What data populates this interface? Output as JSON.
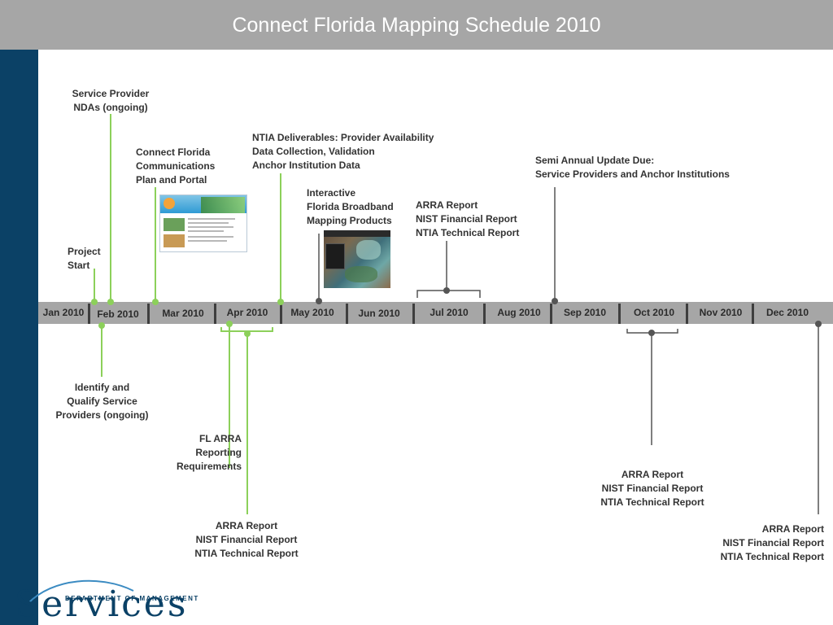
{
  "title": "Connect Florida Mapping Schedule 2010",
  "months": [
    "Jan 2010",
    "Feb 2010",
    "Mar 2010",
    "Apr 2010",
    "May 2010",
    "Jun 2010",
    "Jul 2010",
    "Aug 2010",
    "Sep 2010",
    "Oct 2010",
    "Nov 2010",
    "Dec 2010"
  ],
  "milestones_above": {
    "service_provider_ndas": [
      "Service Provider",
      "NDAs (ongoing)"
    ],
    "project_start": [
      "Project",
      "Start"
    ],
    "communications_plan": [
      "Connect Florida",
      "Communications",
      "Plan and Portal"
    ],
    "ntia_deliverables": [
      "NTIA Deliverables: Provider Availability",
      "Data Collection, Validation",
      "Anchor Institution Data"
    ],
    "mapping_products": [
      "Interactive",
      "Florida Broadband",
      "Mapping Products"
    ],
    "arra_report_jul": [
      "ARRA Report",
      "NIST Financial Report",
      "NTIA Technical Report"
    ],
    "semi_annual_update": [
      "Semi Annual Update Due:",
      "Service Providers and Anchor Institutions"
    ]
  },
  "milestones_below": {
    "identify_providers": [
      "Identify and",
      "Qualify Service",
      "Providers (ongoing)"
    ],
    "fl_arra_reporting": [
      "FL ARRA",
      "Reporting",
      "Requirements"
    ],
    "arra_report_apr": [
      "ARRA Report",
      "NIST Financial Report",
      "NTIA Technical Report"
    ],
    "arra_report_oct": [
      "ARRA Report",
      "NIST Financial Report",
      "NTIA Technical Report"
    ],
    "arra_report_dec": [
      "ARRA Report",
      "NIST Financial Report",
      "NTIA Technical Report"
    ]
  },
  "colors": {
    "title_bar": "#a6a6a6",
    "left_stripe": "#0b4166",
    "green_marker": "#8cd05a",
    "gray_marker": "#555555"
  },
  "logo": {
    "word": "Services",
    "dept": "DEPARTMENT OF MANAGEMENT"
  }
}
